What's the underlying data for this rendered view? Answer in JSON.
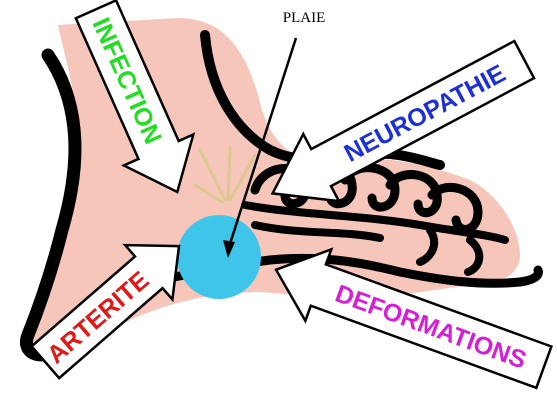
{
  "diagram": {
    "title": "PLAIE",
    "labels": {
      "infection": "INFECTION",
      "neuropathie": "NEUROPATHIE",
      "arterite": "ARTERITE",
      "deformations": "DEFORMATIONS"
    },
    "colors": {
      "skin": "#f6c6bb",
      "outline": "#000000",
      "wound": "#3fc4ea",
      "infection": "#22dd22",
      "neuropathie": "#1d2fd6",
      "arterite": "#e01818",
      "deformations": "#d51fd5",
      "arrow_fill": "#ffffff",
      "infection_glow": "#d8c88a"
    }
  }
}
